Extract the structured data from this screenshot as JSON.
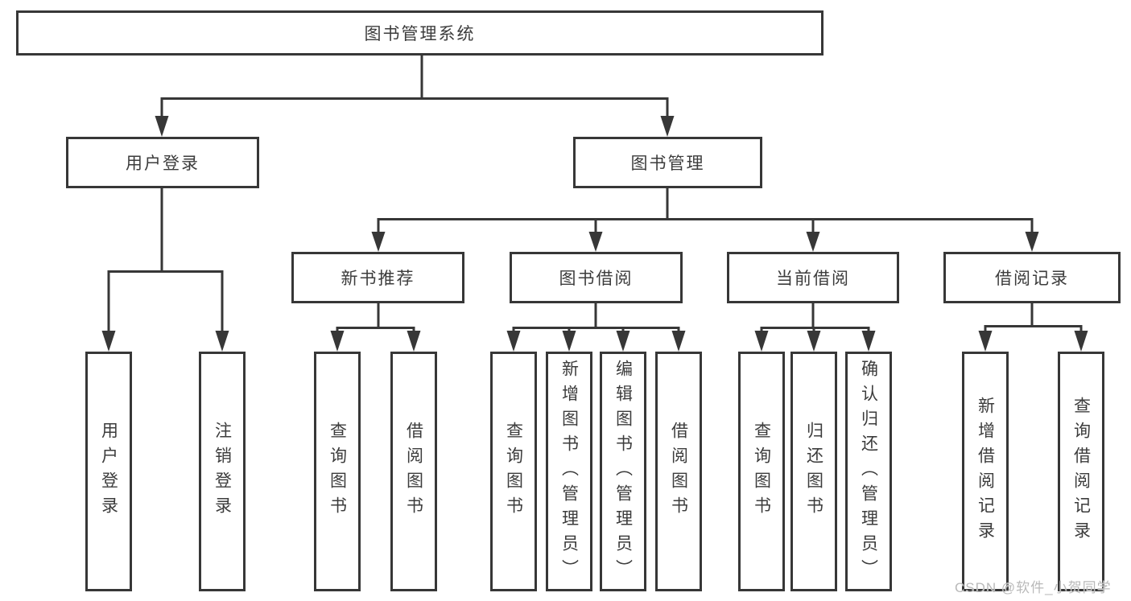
{
  "colors": {
    "line": "#373737",
    "box_border": "#373737",
    "box_fill": "#ffffff",
    "text": "#3c3c3c",
    "watermark": "#b9b9b9",
    "background": "#ffffff"
  },
  "watermark": "CSDN @软件_小贺同学",
  "tree": {
    "label": "图书管理系统",
    "children": [
      {
        "label": "用户登录",
        "children": [
          {
            "label": "用户登录"
          },
          {
            "label": "注销登录"
          }
        ]
      },
      {
        "label": "图书管理",
        "children": [
          {
            "label": "新书推荐",
            "children": [
              {
                "label": "查询图书"
              },
              {
                "label": "借阅图书"
              }
            ]
          },
          {
            "label": "图书借阅",
            "children": [
              {
                "label": "查询图书"
              },
              {
                "label": "新增图书（管理员）"
              },
              {
                "label": "编辑图书（管理员）"
              },
              {
                "label": "借阅图书"
              }
            ]
          },
          {
            "label": "当前借阅",
            "children": [
              {
                "label": "查询图书"
              },
              {
                "label": "归还图书"
              },
              {
                "label": "确认归还（管理员）"
              }
            ]
          },
          {
            "label": "借阅记录",
            "children": [
              {
                "label": "新增借阅记录"
              },
              {
                "label": "查询借阅记录"
              }
            ]
          }
        ]
      }
    ]
  }
}
